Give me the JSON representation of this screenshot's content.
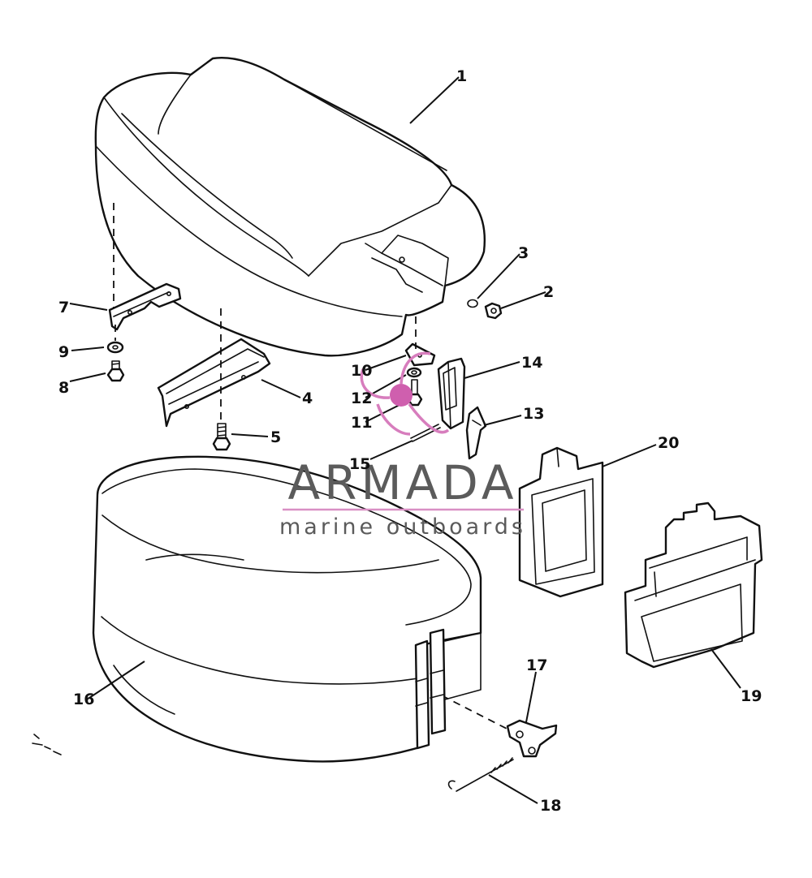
{
  "callouts": [
    {
      "id": "1",
      "text": "1"
    },
    {
      "id": "2",
      "text": "2"
    },
    {
      "id": "3",
      "text": "3"
    },
    {
      "id": "4",
      "text": "4"
    },
    {
      "id": "5",
      "text": "5"
    },
    {
      "id": "7",
      "text": "7"
    },
    {
      "id": "8",
      "text": "8"
    },
    {
      "id": "9",
      "text": "9"
    },
    {
      "id": "10",
      "text": "10"
    },
    {
      "id": "11",
      "text": "11"
    },
    {
      "id": "12",
      "text": "12"
    },
    {
      "id": "13",
      "text": "13"
    },
    {
      "id": "14",
      "text": "14"
    },
    {
      "id": "15",
      "text": "15"
    },
    {
      "id": "16",
      "text": "16"
    },
    {
      "id": "17",
      "text": "17"
    },
    {
      "id": "18",
      "text": "18"
    },
    {
      "id": "19",
      "text": "19"
    },
    {
      "id": "20",
      "text": "20"
    }
  ],
  "watermark": {
    "brand": "ARMADA",
    "tagline": "marine outboards",
    "color": "#d77dbd"
  }
}
